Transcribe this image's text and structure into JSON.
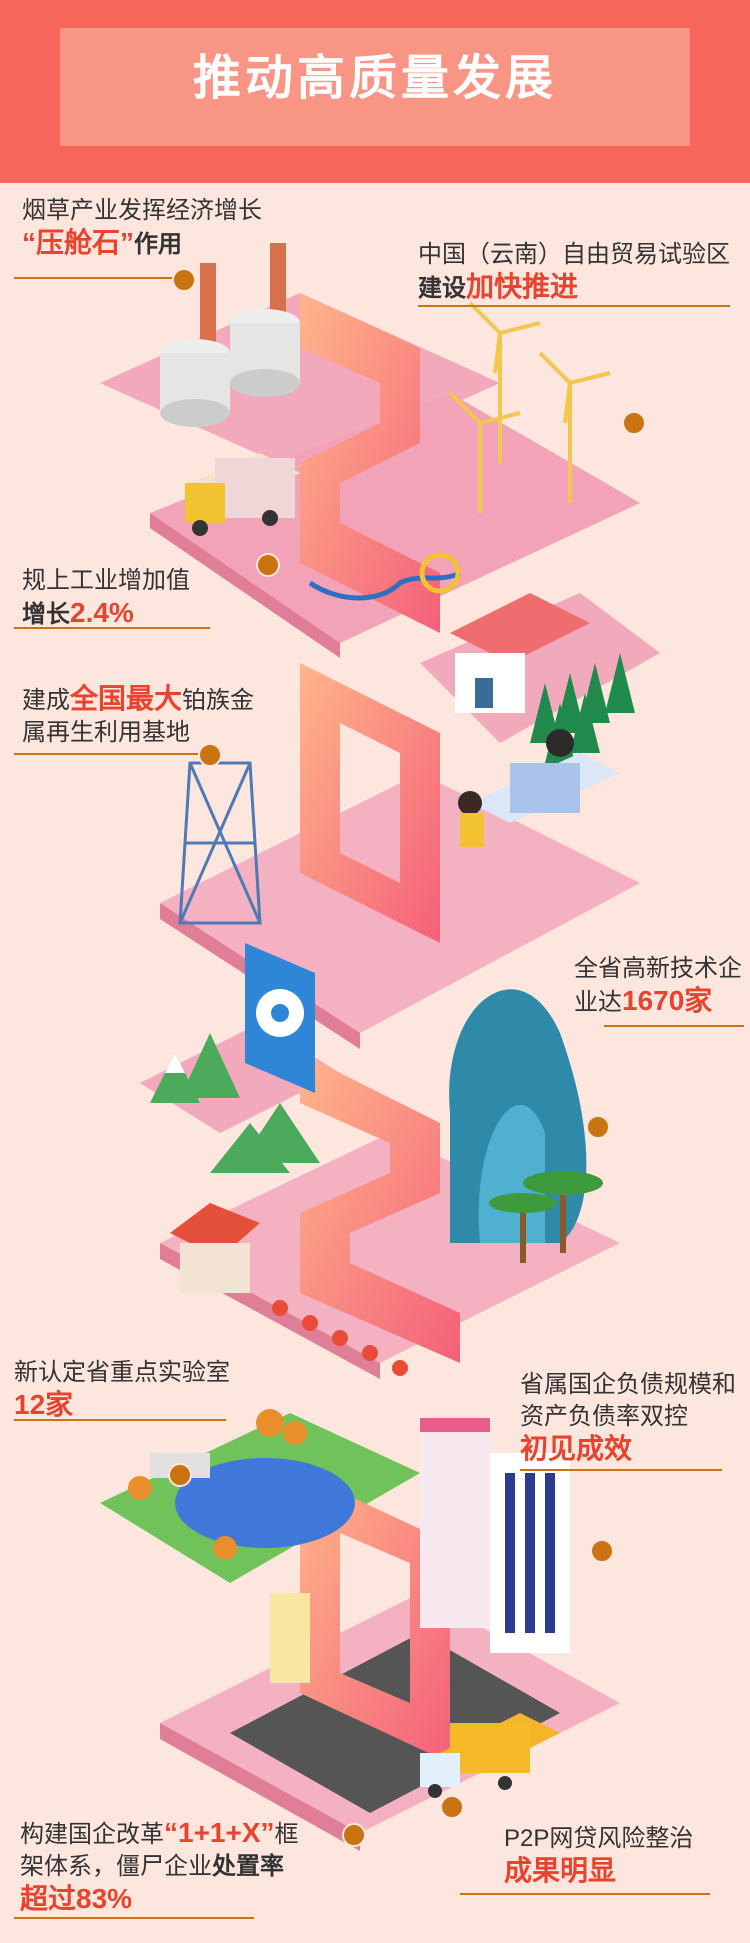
{
  "banner": {
    "title": "推动高质量发展"
  },
  "items": [
    {
      "text1": "烟草产业发挥经济增长",
      "quote_open": "“",
      "highlight": "压舱石",
      "quote_close": "”",
      "text2": "作用"
    },
    {
      "text1": "中国（云南）自由贸易试验区",
      "bold": "建设",
      "highlight": "加快推进"
    },
    {
      "text1": "规上工业增加值",
      "bold": "增长",
      "highlight": "2.4%"
    },
    {
      "text1": "建成",
      "highlight": "全国最大",
      "text2": "铂族金",
      "text3": "属再生利用基地"
    },
    {
      "text1": "全省高新技术企",
      "text2": "业达",
      "highlight": "1670家"
    },
    {
      "text1": "新认定省重点实验室",
      "highlight": "12家"
    },
    {
      "text1": "省属国企负债规模和",
      "text2": "资产负债率双控",
      "highlight": "初见成效"
    },
    {
      "text1": "构建国企改革",
      "quote_open": "“",
      "highlight": "1+1+X",
      "quote_close": "”",
      "text2": "框",
      "text3": "架体系，僵尸企业",
      "bold": "处置率",
      "highlight2": "超过83%"
    },
    {
      "text1": "P2P网贷风险整治",
      "highlight": "成果明显"
    }
  ],
  "colors": {
    "accent": "#e8432f",
    "leader": "#c97410",
    "banner": "#f7665a",
    "background": "#fde6dd"
  },
  "icons": [
    "factory-chimney-icon",
    "wind-turbine-icon",
    "truck-icon",
    "house-icon",
    "tower-icon",
    "gear-icon",
    "skyscraper-icon",
    "lake-icon",
    "office-building-icon",
    "mountain-icon",
    "palm-tree-icon"
  ]
}
